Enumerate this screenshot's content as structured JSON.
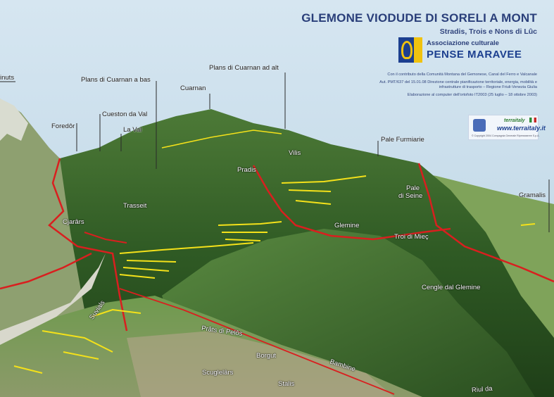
{
  "header": {
    "title": "GLEMONE VIODUDE DI SORELI A MONT",
    "subtitle": "Stradis, Trois e Nons di Lûc"
  },
  "association": {
    "label": "Associazione culturale",
    "name": "PENSE MARAVEE"
  },
  "credits": {
    "line1": "Con il contributo della Comunità Montana del Gemonese, Canal del Ferro e Valcanale",
    "line2": "Aut. PMT/637 del 15.01.08 Direzione centrale pianificazione territoriale, energia, mobilità e infrastrutture di trasporto – Regione Friuli-Venezia Giulia",
    "line3": "Elaborazione al computer dell'ortofoto IT2003 (25 luglio – 18 ottobre 2003)"
  },
  "badge": {
    "brand": "terraitaly",
    "url": "www.terraitaly.it",
    "copyright": "© Copyright 2004 Compagnia Generale Ripreseaeree S.p.A."
  },
  "place_labels": {
    "inuts": "inuts",
    "plans_bas": "Plans di Cuarnan a bas",
    "plans_alt": "Plans di Cuarnan ad alt",
    "cuarnan": "Cuarnan",
    "foredor": "Foredôr",
    "cueston": "Cueston da Val",
    "la_val": "La Val",
    "pale_furmiarie": "Pale Furmiarie",
    "vilis": "Vilis",
    "pradis": "Pradis",
    "pale_di_seine_1": "Pale",
    "pale_di_seine_2": "di Seine",
    "gramalis": "Gramalis",
    "trasseit": "Trasseit",
    "cjarars": "Cjarârs",
    "glemine": "Glemine",
    "troi_di_miec": "Troi di Mieç",
    "cengle": "Cengle dal Glemine",
    "suvials": "Suvials",
    "prats_di_pelos": "Prâts di Pelôs",
    "borgut": "Borgut",
    "bambine": "Bambine",
    "sculglars": "Scuglelârs",
    "stalis": "Stalis",
    "riul": "Riul da"
  },
  "colors": {
    "trail_yellow": "#f4e11a",
    "road_red": "#d91f1f",
    "title_blue": "#2a3f7a",
    "forest": "#2f5a24"
  }
}
